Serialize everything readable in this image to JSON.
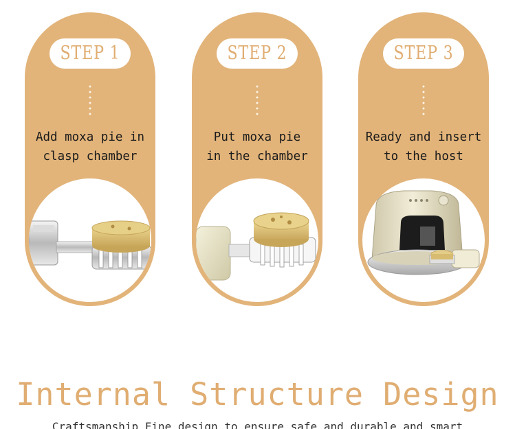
{
  "steps": [
    {
      "label": "STEP 1",
      "caption": "Add moxa pie in\nclasp chamber"
    },
    {
      "label": "STEP 2",
      "caption": "Put moxa pie\nin the chamber"
    },
    {
      "label": "STEP 3",
      "caption": "Ready and insert\nto the host"
    }
  ],
  "headline": "Internal Structure Design",
  "subline": "Craftsmanship Fine design to ensure safe and durable and smart",
  "colors": {
    "card": "#e2b47a",
    "pill_text": "#e0ad72",
    "headline": "#e0ad72",
    "moxa_pie": "#d9bf74",
    "metal": "#c9c9c9",
    "champagne": "#d8d2b8"
  }
}
